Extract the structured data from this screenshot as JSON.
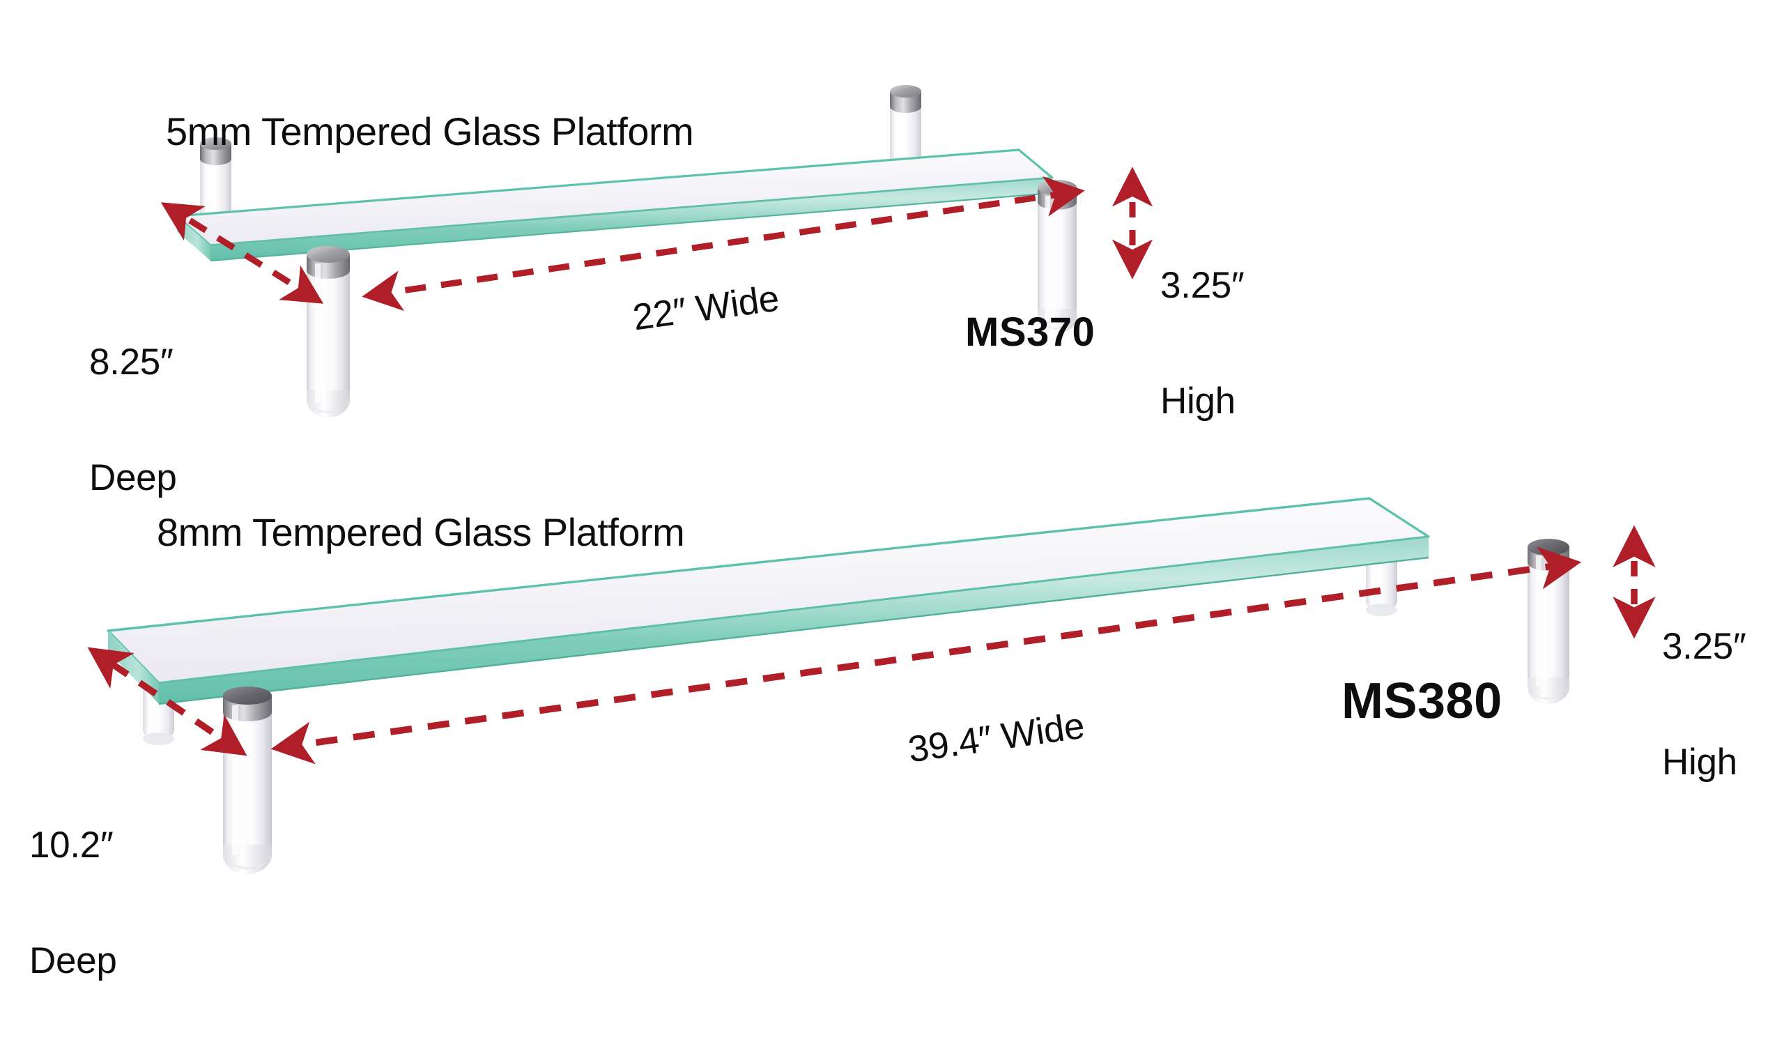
{
  "page": {
    "background": "#ffffff",
    "accent_red": "#b01f28",
    "glass_edge_teal": "#5cc2ac",
    "glass_face": "#f1f0f5",
    "metal_cap": "#7d7d80",
    "text_color": "#0d0d0d"
  },
  "products": [
    {
      "id": "ms370",
      "heading": "5mm Tempered Glass Platform",
      "model_label": "MS370",
      "dimensions": {
        "depth": "8.25″",
        "depth_word": "Deep",
        "width": "22″ Wide",
        "height": "3.25″",
        "height_word": "High"
      },
      "glass_thickness_mm": 5,
      "leg_count": 4
    },
    {
      "id": "ms380",
      "heading": "8mm Tempered Glass Platform",
      "model_label": "MS380",
      "dimensions": {
        "depth": "10.2″",
        "depth_word": "Deep",
        "width": "39.4″ Wide",
        "height": "3.25″",
        "height_word": "High"
      },
      "glass_thickness_mm": 8,
      "leg_count": 4
    }
  ],
  "icons": {
    "arrow_depth": "double-headed-dashed-arrow",
    "arrow_width": "double-headed-dashed-arrow",
    "arrow_height": "vertical-double-headed-dashed-arrow"
  }
}
